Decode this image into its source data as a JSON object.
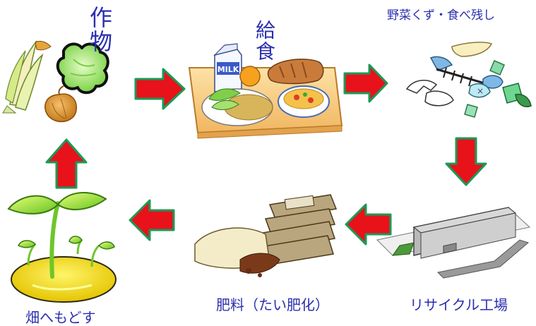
{
  "labels": {
    "crops": "作物",
    "school_lunch": "給食",
    "food_scraps": "野菜くず・食べ残し",
    "recycling_plant": "リサイクル工場",
    "compost": "肥料（たい肥化）",
    "back_to_field": "畑へもどす"
  },
  "milk_carton_text": "MILK",
  "colors": {
    "label": "#2b2fae",
    "arrow_fill": "#e8121b",
    "arrow_outline": "#1a9a57"
  }
}
